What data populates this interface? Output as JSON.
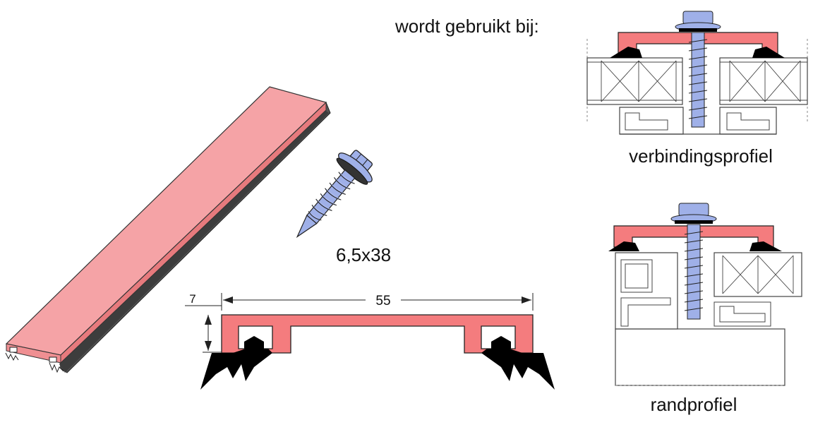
{
  "heading": "wordt gebruikt bij:",
  "screw_size": "6,5x38",
  "dimensions": {
    "height": "7",
    "width": "55"
  },
  "applications": [
    {
      "caption": "verbindingsprofiel"
    },
    {
      "caption": "randprofiel"
    }
  ],
  "colors": {
    "profile": "#f47c7e",
    "profile_light": "#f7a8ab",
    "screw": "#9fb0e8",
    "rubber": "#000000",
    "outline": "#333333"
  }
}
